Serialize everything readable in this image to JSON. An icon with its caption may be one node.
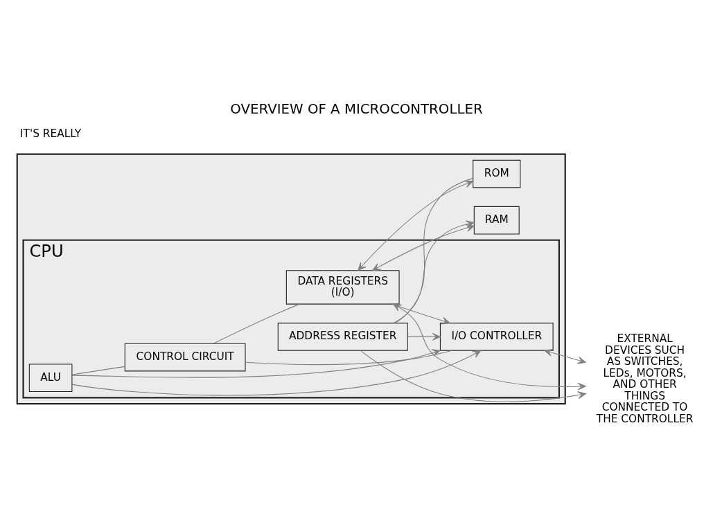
{
  "diagram": {
    "title": "OVERVIEW OF A MICROCONTROLLER",
    "nodes": [
      {
        "text": [],
        "shape": "box"
      },
      {
        "text": [
          "CPU"
        ],
        "in": 0
      },
      {
        "text": [
          "ALU"
        ],
        "in": 1
      },
      {
        "text": [
          "CONTROL CIRCUIT"
        ],
        "in": 1
      },
      {
        "text": [
          "DATA REGISTERS (I/O)"
        ],
        "in": 1
      },
      {
        "text": [
          "ADDRESS REGISTER"
        ],
        "in": 1
      },
      {
        "text": [
          "I/O CONTROLLER"
        ],
        "in": 1
      },
      {
        "text": [
          "RAM"
        ],
        "in": 0
      },
      {
        "text": [
          "ROM"
        ],
        "in": 0
      },
      {
        "text": [
          "EXTERNAL DEVICES SUCH AS SWITCHES, LEDs, MOTORS, AND OTHER THINGS CONNECTED TO THE CONTROLLER"
        ]
      }
    ],
    "edges": [
      {
        "from": 2,
        "to": 3,
        "arrow": "none"
      },
      {
        "from": 3,
        "to": 4,
        "arrow": "none"
      },
      {
        "from": 2,
        "to": 6,
        "arrow": "to"
      },
      {
        "from": 2,
        "to": 6,
        "arrow": "to"
      },
      {
        "from": 4,
        "to": 6,
        "arrow": "to"
      },
      {
        "from": 5,
        "to": 6,
        "arrow": "to"
      },
      {
        "from": 3,
        "to": 6,
        "arrow": "none"
      },
      {
        "from": 4,
        "to": 9,
        "arrow": "both"
      },
      {
        "from": 4,
        "to": 7,
        "arrow": "both"
      },
      {
        "from": 4,
        "to": 8,
        "arrow": "both"
      },
      {
        "from": 5,
        "to": 9,
        "arrow": "to"
      },
      {
        "from": 5,
        "to": 7,
        "arrow": "to"
      },
      {
        "from": 5,
        "to": 8,
        "arrow": "none"
      },
      {
        "from": 6,
        "to": 9,
        "arrow": "both"
      }
    ],
    "labels": [
      "IT'S REALLY"
    ]
  }
}
